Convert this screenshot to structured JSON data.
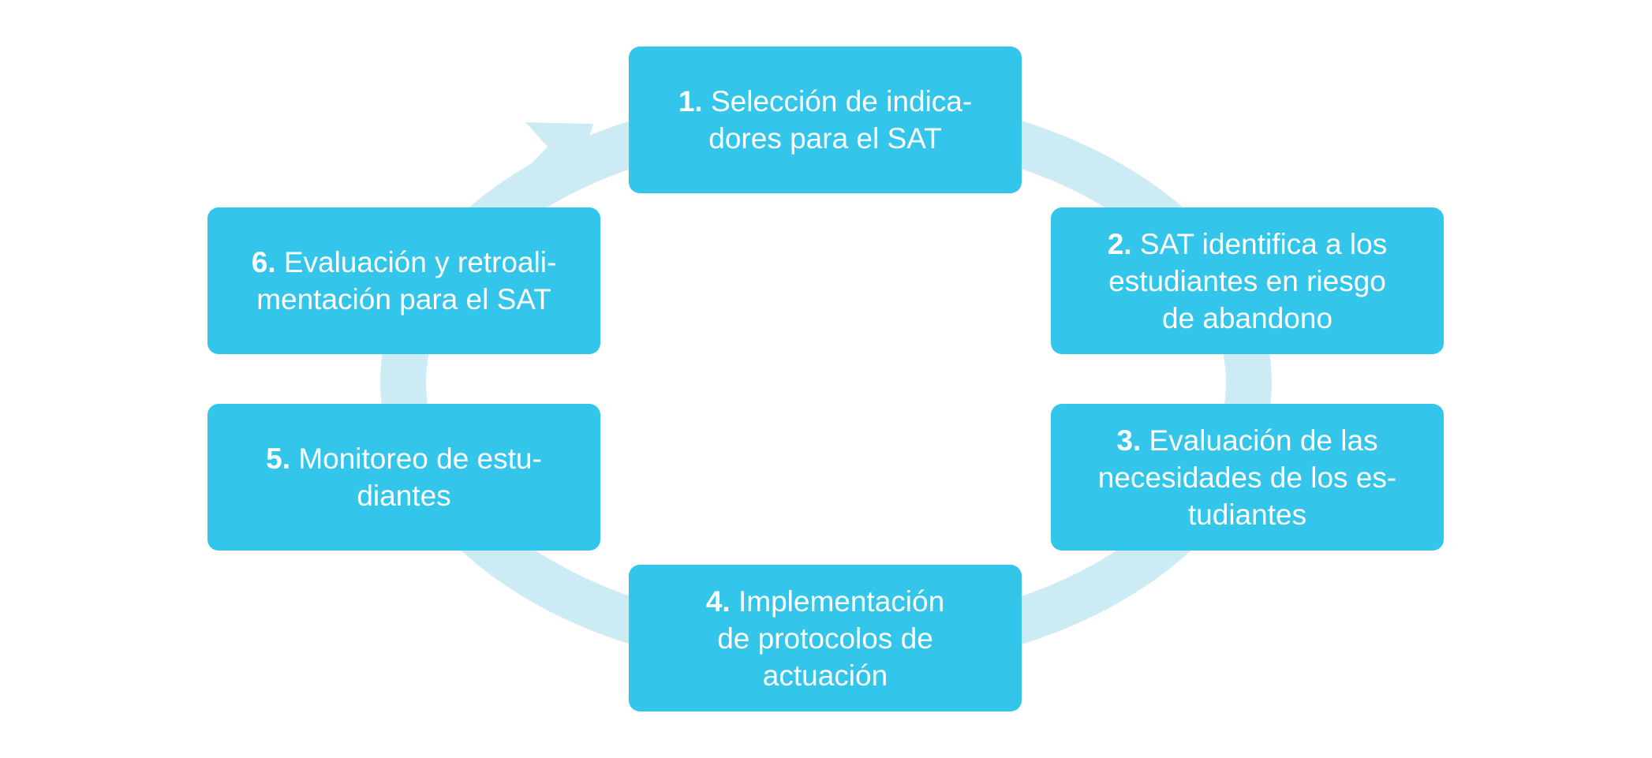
{
  "diagram": {
    "colors": {
      "box_fill": "#33c5ea",
      "box_text": "#ffffff",
      "cycle_arrow": "#cdebf5"
    },
    "steps": [
      {
        "number": "1.",
        "text": "Selección de indica-dores para el SAT",
        "lines": [
          "Selección de indica-",
          "dores para el SAT"
        ]
      },
      {
        "number": "2.",
        "text": "SAT identifica a los estudiantes en riesgo de abandono",
        "lines": [
          "SAT identifica a los",
          "estudiantes en riesgo",
          "de abandono"
        ]
      },
      {
        "number": "3.",
        "text": "Evaluación de las necesidades de los es-tudiantes",
        "lines": [
          "Evaluación de las",
          "necesidades de los es-",
          "tudiantes"
        ]
      },
      {
        "number": "4.",
        "text": "Implementación de protocolos de actuación",
        "lines": [
          "Implementación",
          "de protocolos de",
          "actuación"
        ]
      },
      {
        "number": "5.",
        "text": "Monitoreo de estu-diantes",
        "lines": [
          "Monitoreo de estu-",
          "diantes"
        ]
      },
      {
        "number": "6.",
        "text": "Evaluación y retroali-mentación para el SAT",
        "lines": [
          "Evaluación y retroali-",
          "mentación para el SAT"
        ]
      }
    ]
  }
}
